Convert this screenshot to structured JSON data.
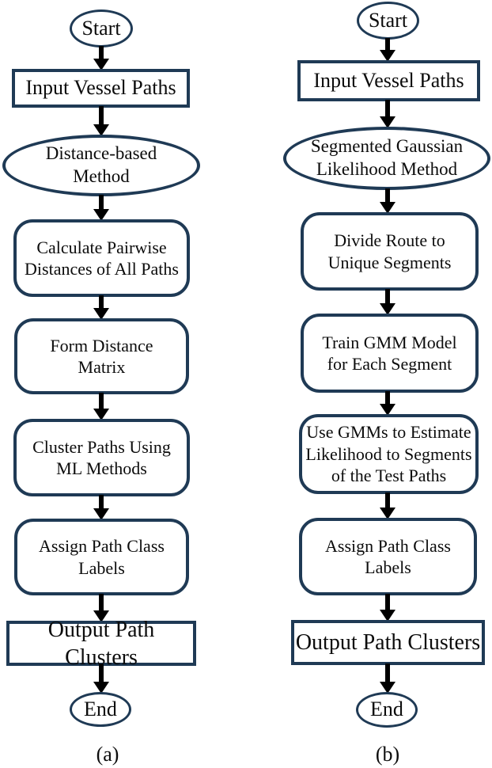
{
  "figure": {
    "type": "flowchart",
    "colors": {
      "outline": "#1f3a55",
      "text": "#0c0c0c",
      "arrow": "#000000",
      "background": "#ffffff"
    },
    "columns": [
      {
        "caption": "(a)",
        "nodes": [
          {
            "label": "Start",
            "shape": "ellipse"
          },
          {
            "label": "Input Vessel Paths",
            "shape": "rect"
          },
          {
            "label": "Distance-based\nMethod",
            "shape": "ellipse"
          },
          {
            "label": "Calculate Pairwise\nDistances of All Paths",
            "shape": "rounded-rect"
          },
          {
            "label": "Form Distance\nMatrix",
            "shape": "rounded-rect"
          },
          {
            "label": "Cluster Paths Using\nML Methods",
            "shape": "rounded-rect"
          },
          {
            "label": "Assign Path Class\nLabels",
            "shape": "rounded-rect"
          },
          {
            "label": "Output Path Clusters",
            "shape": "rect"
          },
          {
            "label": "End",
            "shape": "ellipse"
          }
        ]
      },
      {
        "caption": "(b)",
        "nodes": [
          {
            "label": "Start",
            "shape": "ellipse"
          },
          {
            "label": "Input Vessel Paths",
            "shape": "rect"
          },
          {
            "label": "Segmented Gaussian\nLikelihood Method",
            "shape": "ellipse"
          },
          {
            "label": "Divide Route to\nUnique Segments",
            "shape": "rounded-rect"
          },
          {
            "label": "Train GMM Model\nfor Each Segment",
            "shape": "rounded-rect"
          },
          {
            "label": "Use GMMs to Estimate\nLikelihood to Segments\nof the Test Paths",
            "shape": "rounded-rect"
          },
          {
            "label": "Assign Path Class\nLabels",
            "shape": "rounded-rect"
          },
          {
            "label": "Output Path Clusters",
            "shape": "rect"
          },
          {
            "label": "End",
            "shape": "ellipse"
          }
        ]
      }
    ]
  }
}
